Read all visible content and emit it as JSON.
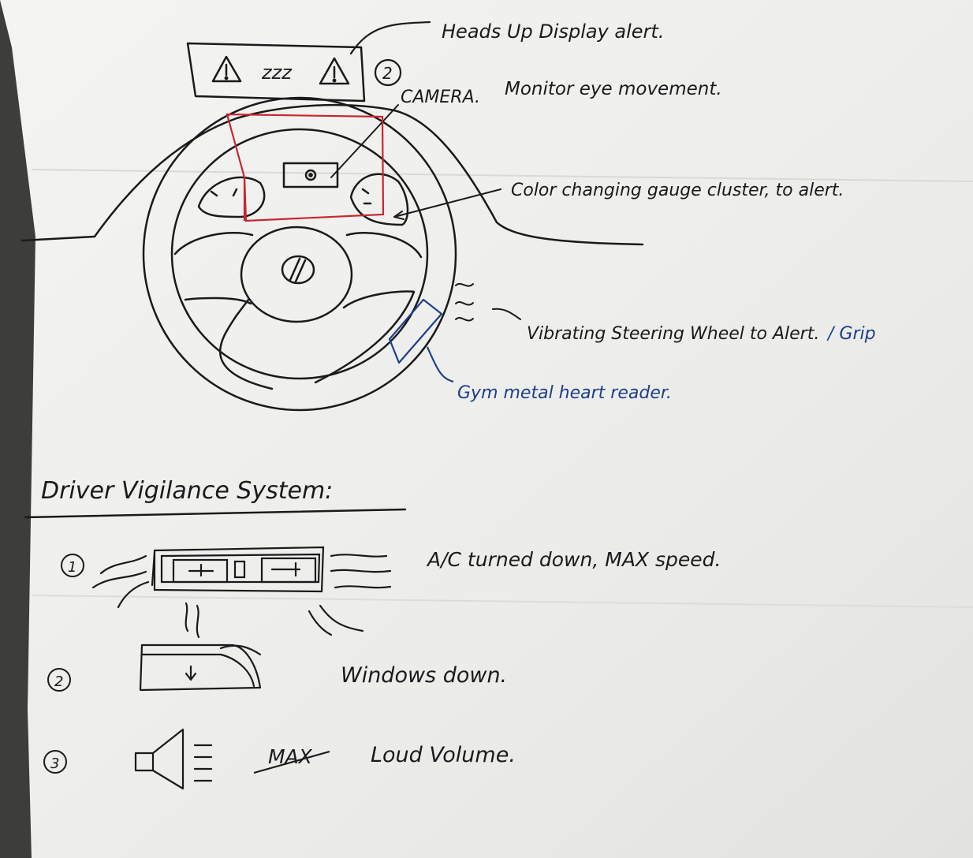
{
  "hud": {
    "text": "zzz",
    "marker": "2",
    "label": "Heads Up Display alert."
  },
  "camera": {
    "label": "CAMERA.",
    "description": "Monitor eye movement."
  },
  "gauge": {
    "label": "Color changing gauge cluster, to alert."
  },
  "steering": {
    "label": "Vibrating Steering Wheel to Alert.",
    "grip_addition": "/ Grip"
  },
  "heart_reader": {
    "label": "Gym metal heart reader."
  },
  "section": {
    "title": "Driver Vigilance System:"
  },
  "steps": [
    {
      "number": "1",
      "icon": "ac-vent-icon",
      "text": "A/C turned down, MAX speed."
    },
    {
      "number": "2",
      "icon": "window-down-icon",
      "text": "Windows down."
    },
    {
      "number": "3",
      "icon": "speaker-icon",
      "text_struck": "MAX",
      "text": "Loud Volume."
    }
  ],
  "colors": {
    "ink": "#1a1a1a",
    "blue_ink": "#1d3f8a",
    "red_ink": "#c8262e",
    "paper": "#f2f2ef"
  }
}
